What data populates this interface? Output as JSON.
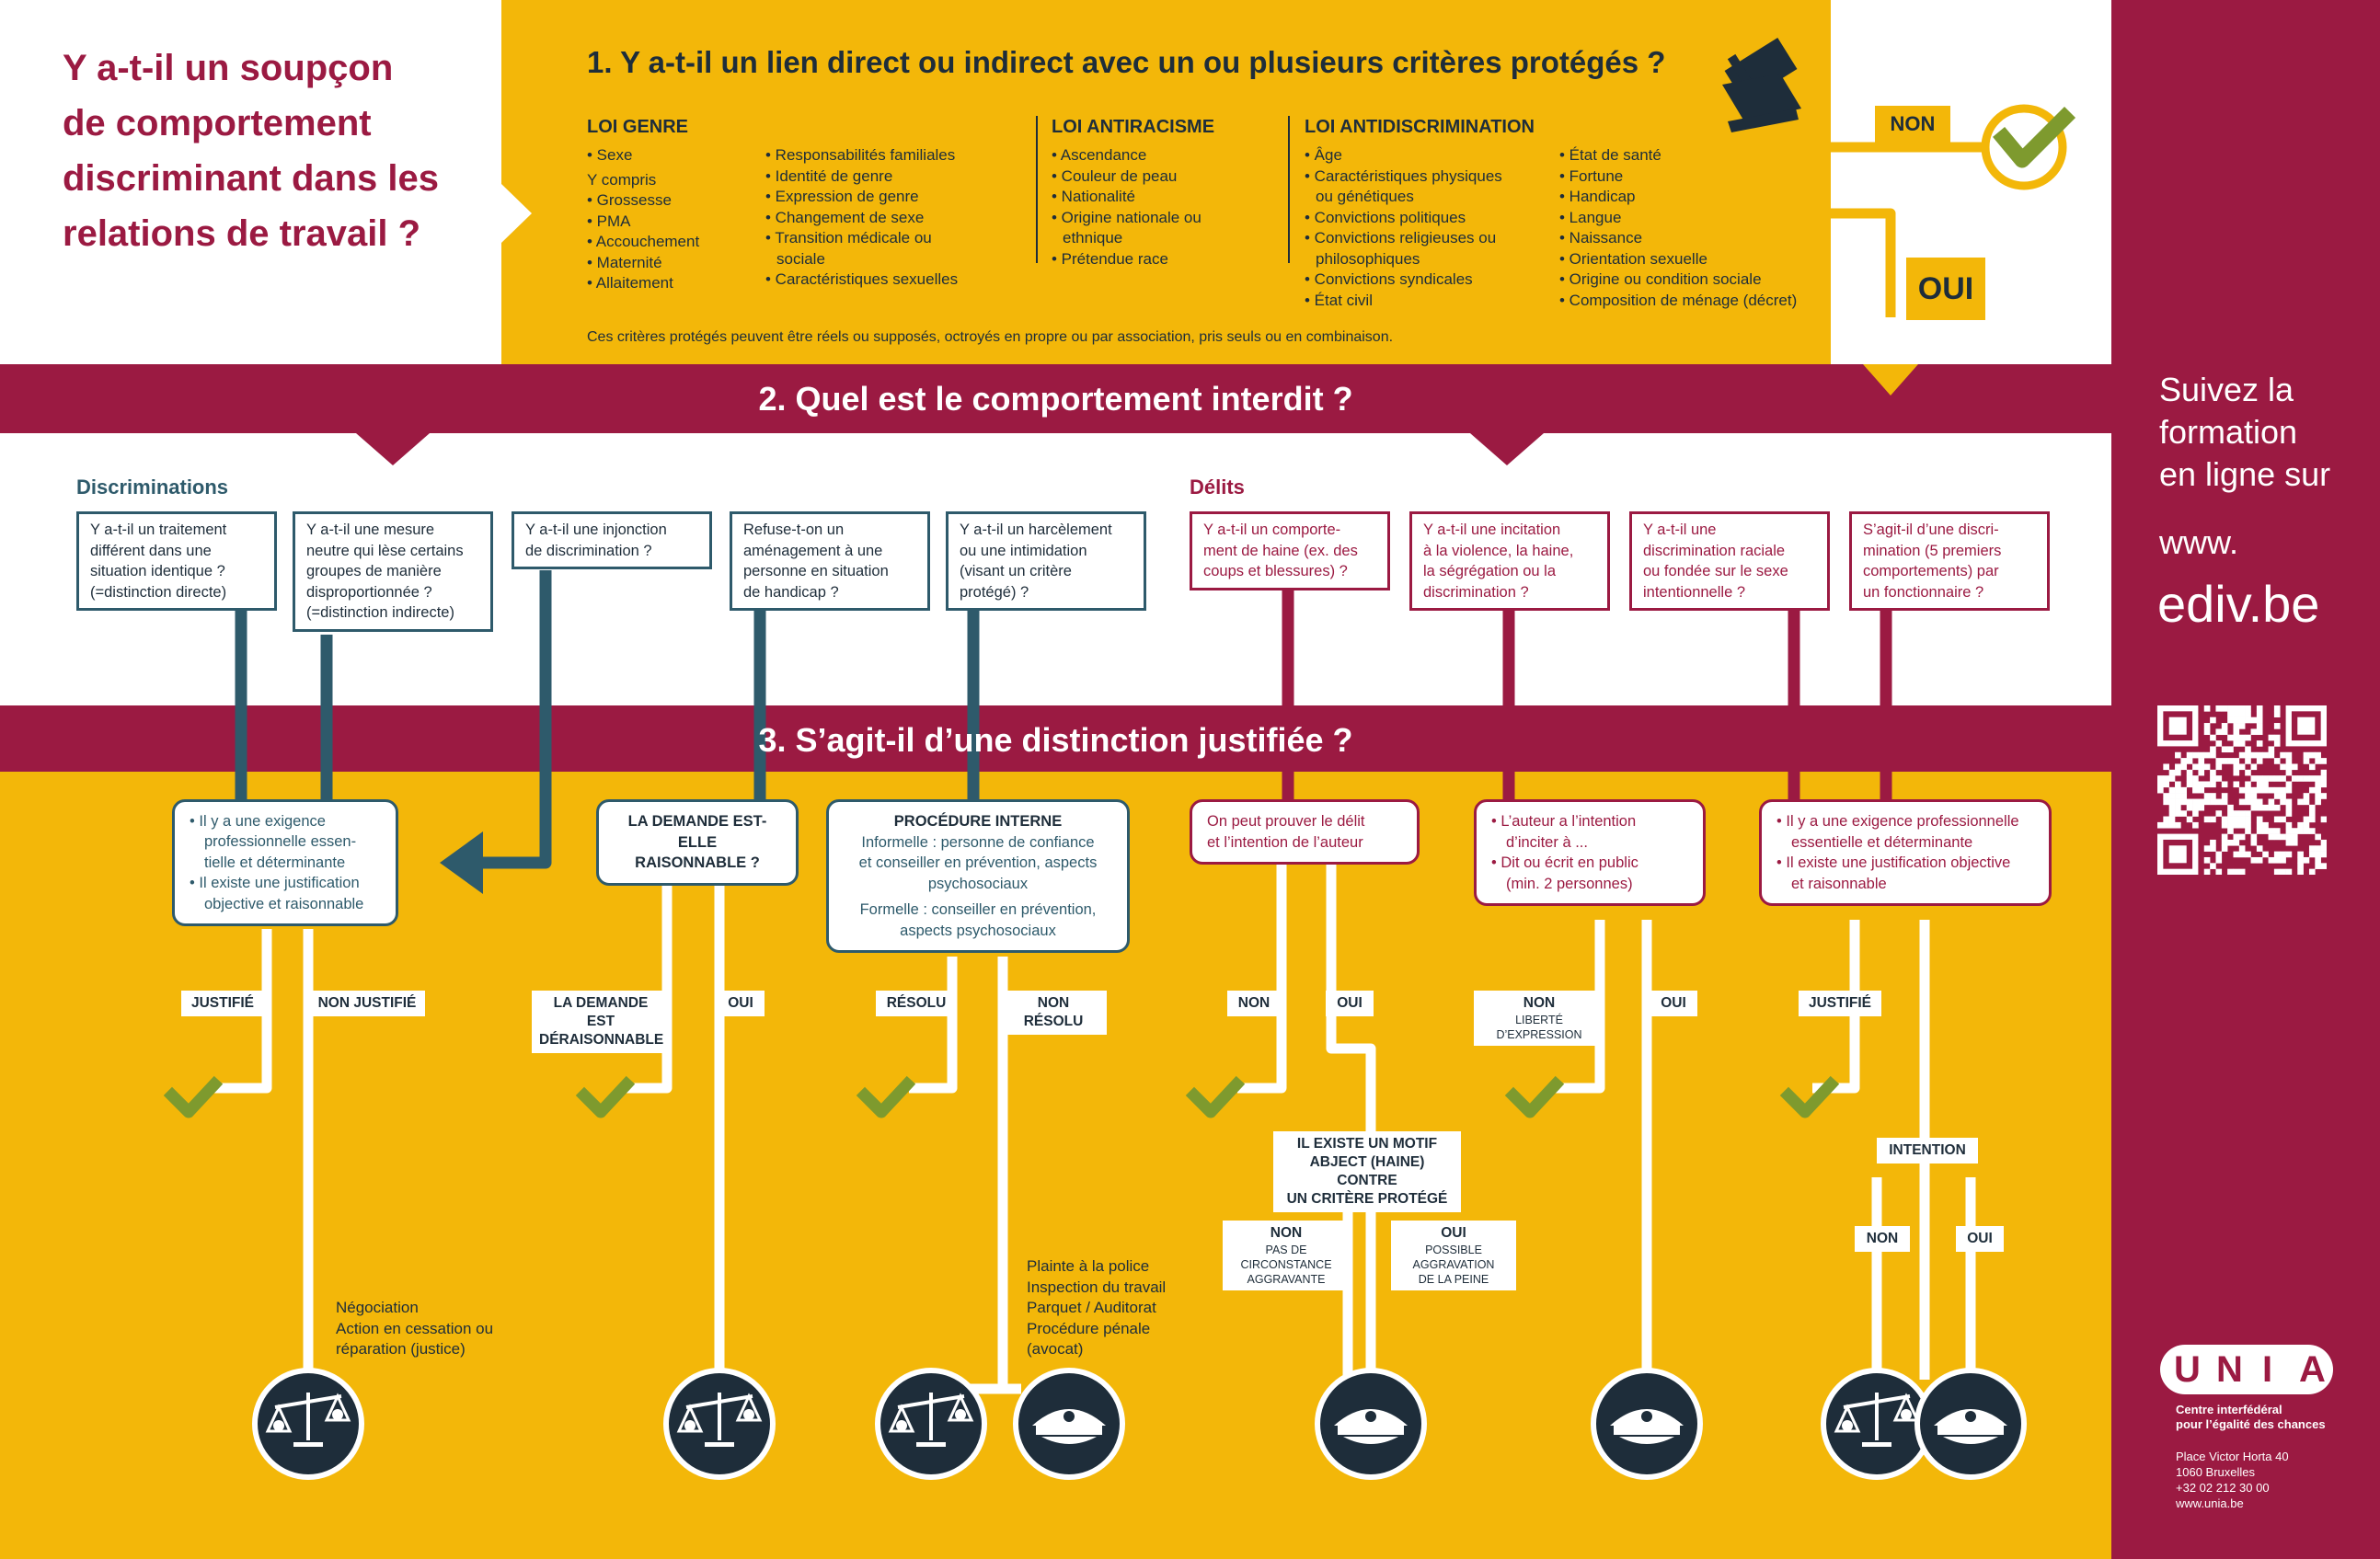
{
  "colors": {
    "yellow": "#f3b709",
    "maroon": "#9b1a42",
    "teal": "#2e5a6b",
    "dark": "#1e2d3a",
    "check": "#7e9a2e"
  },
  "title": {
    "lines": [
      "Y a-t-il un soupçon",
      "de comportement",
      "discriminant dans les",
      "relations de travail ?"
    ]
  },
  "q1": {
    "text": "1. Y a-t-il un lien direct ou indirect avec un ou plusieurs critères protégés ?",
    "icon": "law-gavel-book-icon",
    "cols": {
      "genre": {
        "title": "LOI GENRE",
        "left": [
          "• Sexe",
          "Y compris",
          "• Grossesse",
          "• PMA",
          "• Accouchement",
          "• Maternité",
          "• Allaitement"
        ],
        "right": [
          "• Responsabilités familiales",
          "• Identité de genre",
          "• Expression de genre",
          "• Changement de sexe",
          "• Transition médicale ou",
          "sociale",
          "• Caractéristiques sexuelles"
        ]
      },
      "racisme": {
        "title": "LOI ANTIRACISME",
        "items": [
          "• Ascendance",
          "• Couleur de peau",
          "• Nationalité",
          "• Origine nationale ou",
          "ethnique",
          "• Prétendue race"
        ]
      },
      "antidisc": {
        "title": "LOI ANTIDISCRIMINATION",
        "left": [
          "• Âge",
          "• Caractéristiques physiques",
          "ou génétiques",
          "• Convictions politiques",
          "• Convictions religieuses ou",
          "philosophiques",
          "• Convictions syndicales",
          "• État civil"
        ],
        "right": [
          "• État de santé",
          "• Fortune",
          "• Handicap",
          "• Langue",
          "• Naissance",
          "• Orientation sexuelle",
          "• Origine ou condition sociale",
          "• Composition de ménage (décret)"
        ]
      }
    },
    "note": "Ces critères protégés peuvent être réels ou supposés, octroyés en propre ou par association, pris seuls ou en combinaison.",
    "non": "NON",
    "oui": "OUI"
  },
  "q2": {
    "text": "2. Quel est le comportement interdit ?"
  },
  "q3": {
    "text": "3. S’agit-il d’une distinction justifiée ?"
  },
  "disc": {
    "title": "Discriminations",
    "boxes": [
      [
        "Y a-t-il un traitement",
        "différent dans une",
        "situation identique ?",
        "(=distinction directe)"
      ],
      [
        "Y a-t-il une mesure",
        "neutre qui lèse certains",
        "groupes de manière",
        "disproportionnée ?",
        "(=distinction indirecte)"
      ],
      [
        "Y a-t-il une injonction",
        "de discrimination ?"
      ],
      [
        "Refuse-t-on un",
        "aménagement à une",
        "personne en situation",
        "de handicap ?"
      ],
      [
        "Y a-t-il un harcèlement",
        "ou une intimidation",
        "(visant un critère",
        "protégé) ?"
      ]
    ]
  },
  "del": {
    "title": "Délits",
    "boxes": [
      [
        "Y a-t-il un comporte-",
        "ment de haine (ex. des",
        "coups et blessures) ?"
      ],
      [
        "Y a-t-il une incitation",
        "à la violence, la haine,",
        "la ségrégation ou la",
        "discrimination ?"
      ],
      [
        "Y a-t-il une",
        "discrimination raciale",
        "ou fondée sur le sexe",
        "intentionnelle ?"
      ],
      [
        "S’agit-il d’une discri-",
        "mination (5 premiers",
        "comportements) par",
        "un fonctionnaire ?"
      ]
    ]
  },
  "r3": {
    "justif": [
      "Il y a une exigence",
      "professionnelle essen-",
      "tielle et déterminante",
      "Il existe une justification",
      "objective et raisonnable"
    ],
    "demande": [
      "LA DEMANDE EST-ELLE",
      "RAISONNABLE ?"
    ],
    "procedure": {
      "title": "PROCÉDURE INTERNE",
      "lines": [
        "Informelle : personne de confiance",
        "et conseiller en prévention, aspects",
        "psychosociaux",
        "Formelle : conseiller en prévention,",
        "aspects psychosociaux"
      ]
    },
    "preuve": [
      "On peut prouver le délit",
      "et l’intention de l’auteur"
    ],
    "auteur": [
      "L’auteur a l’intention",
      "d’inciter à ...",
      "Dit ou écrit en public",
      "(min. 2 personnes)"
    ],
    "exig": [
      "Il y a une exigence professionnelle",
      "essentielle et déterminante",
      "Il existe une justification objective",
      "et raisonnable"
    ]
  },
  "labels": {
    "justifie": "JUSTIFIÉ",
    "non_justifie": "NON JUSTIFIÉ",
    "demande_deraisonnable": [
      "LA DEMANDE EST",
      "DÉRAISONNABLE"
    ],
    "oui": "OUI",
    "resolu": "RÉSOLU",
    "non_resolu": "NON RÉSOLU",
    "non": "NON",
    "liberte": [
      "LIBERTÉ",
      "D’EXPRESSION"
    ],
    "motif": [
      "IL EXISTE UN MOTIF",
      "ABJECT (HAINE) CONTRE",
      "UN CRITÈRE PROTÉGÉ"
    ],
    "pas_circ": [
      "PAS DE",
      "CIRCONSTANCE",
      "AGGRAVANTE"
    ],
    "possible_aggr": [
      "POSSIBLE",
      "AGGRAVATION",
      "DE LA PEINE"
    ],
    "intention": "INTENTION"
  },
  "outcomes": {
    "negociation": [
      "Négociation",
      "Action en cessation ou",
      "réparation (justice)"
    ],
    "plainte": [
      "Plainte à la police",
      "Inspection du travail",
      "Parquet / Auditorat",
      "Procédure pénale",
      "(avocat)"
    ]
  },
  "side": {
    "lines": [
      "Suivez la",
      "formation",
      "en ligne sur"
    ],
    "url1": "www.",
    "url2": "ediv.be",
    "qr": "qr-code-icon"
  },
  "unia": {
    "logo": "UNIA",
    "sub": [
      "Centre interfédéral",
      "pour l’égalité des chances"
    ],
    "addr": [
      "Place Victor Horta 40",
      "1060 Bruxelles",
      "+32 02 212 30 00",
      "www.unia.be"
    ]
  }
}
